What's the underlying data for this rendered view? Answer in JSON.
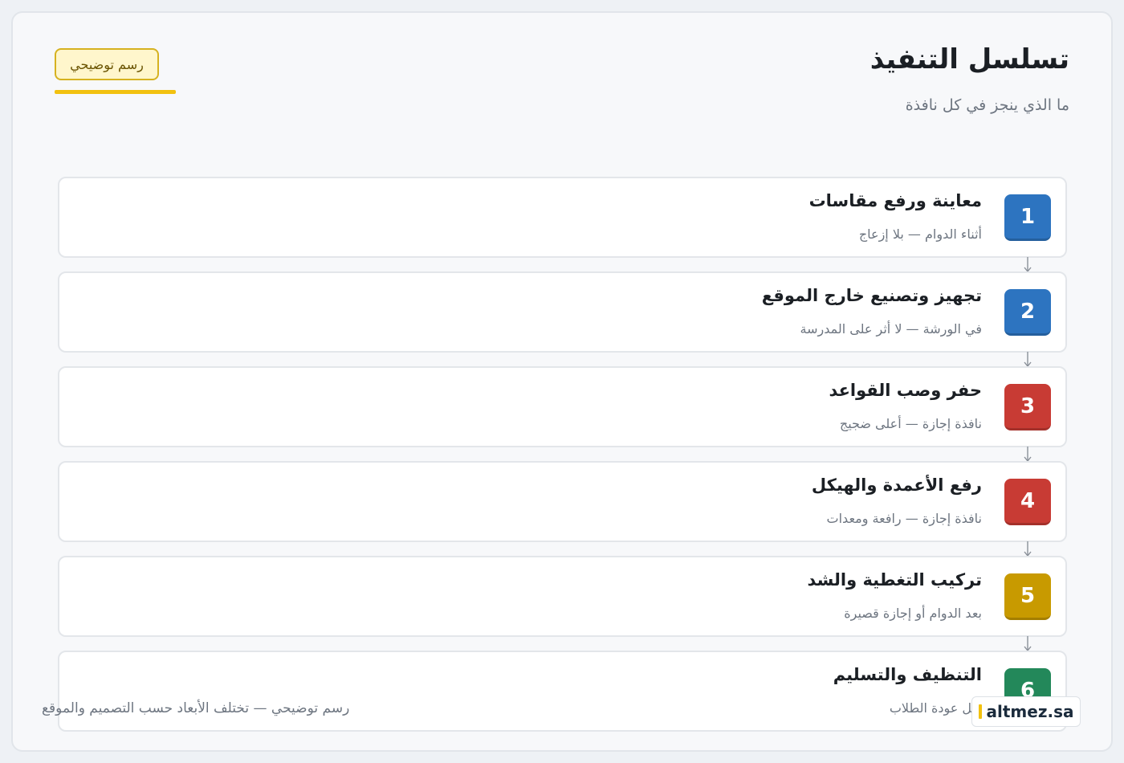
{
  "header": {
    "title": "تسلسل التنفيذ",
    "subtitle": "ما الذي ينجز في كل نافذة",
    "badge": "رسم توضيحي"
  },
  "steps": [
    {
      "number": "1",
      "title": "معاينة ورفع مقاسات",
      "subtitle": "أثناء الدوام — بلا إزعاج",
      "color": "#2d74c0"
    },
    {
      "number": "2",
      "title": "تجهيز وتصنيع خارج الموقع",
      "subtitle": "في الورشة — لا أثر على المدرسة",
      "color": "#2d74c0"
    },
    {
      "number": "3",
      "title": "حفر وصب القواعد",
      "subtitle": "نافذة إجازة — أعلى ضجيج",
      "color": "#c83b34"
    },
    {
      "number": "4",
      "title": "رفع الأعمدة والهيكل",
      "subtitle": "نافذة إجازة — رافعة ومعدات",
      "color": "#c83b34"
    },
    {
      "number": "5",
      "title": "تركيب التغطية والشد",
      "subtitle": "بعد الدوام أو إجازة قصيرة",
      "color": "#c89a00"
    },
    {
      "number": "6",
      "title": "التنظيف والتسليم",
      "subtitle": "قبل عودة الطلاب",
      "color": "#23885a"
    }
  ],
  "footnote": "رسم توضيحي — تختلف الأبعاد حسب التصميم والموقع",
  "brand": "altmez.sa",
  "colors": {
    "accent": "#f2c10f",
    "blue": "#2d74c0",
    "red": "#c83b34",
    "gold": "#c89a00",
    "green": "#23885a"
  }
}
